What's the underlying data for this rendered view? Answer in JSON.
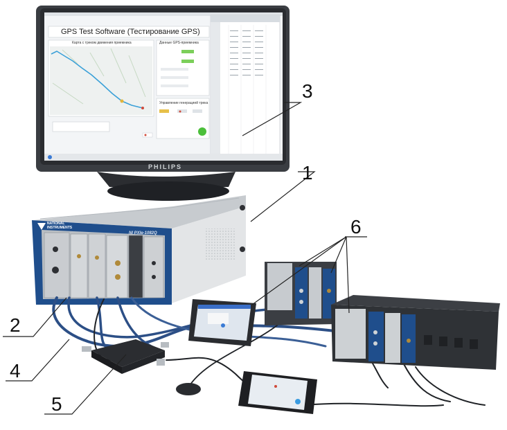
{
  "monitor": {
    "brand": "PHILIPS",
    "screen": {
      "app_title": "GPS Test Software (Тестирование GPS)",
      "map_panel_title": "Карта с треком движения приемника",
      "data_panel_title": "Данные GPS-приемника",
      "control_panel_title": "Управление генерацией трека"
    }
  },
  "chassis": {
    "logo_line1": "NATIONAL",
    "logo_line2": "INSTRUMENTS",
    "model": "NI PXIe-1082Q"
  },
  "callouts": [
    "1",
    "2",
    "3",
    "4",
    "5",
    "6"
  ],
  "colors": {
    "screen_bg": "#f3f5f7",
    "track": "#3aa0d8",
    "ni_blue": "#1f4e8c",
    "cable_blue": "#2c4f86",
    "chassis_gray": "#d9dcdf"
  }
}
